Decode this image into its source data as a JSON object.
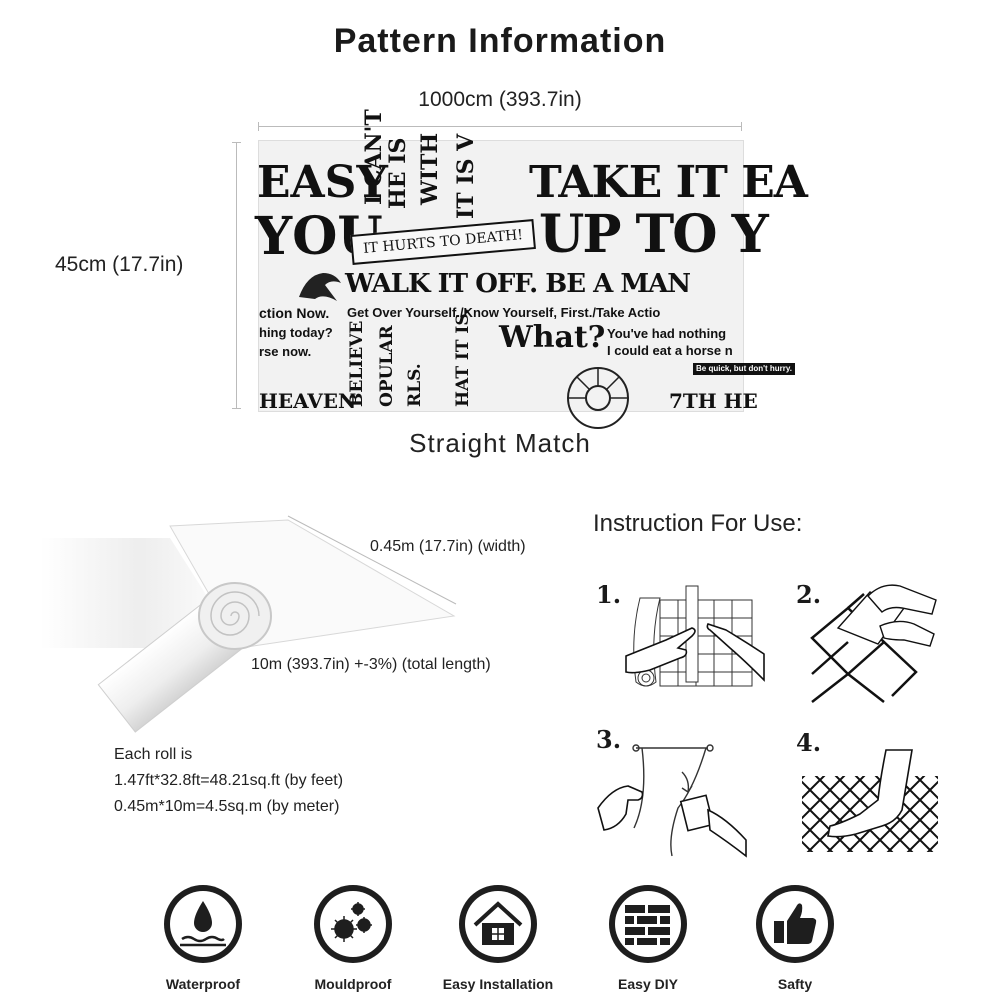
{
  "header": {
    "title": "Pattern Information"
  },
  "dimensions": {
    "width_label": "1000cm (393.7in)",
    "height_label": "45cm (17.7in)"
  },
  "pattern": {
    "match_label": "Straight Match",
    "texts": {
      "easy": "EASY",
      "i_cant": "I CAN'T",
      "he_is": "HE IS",
      "with": "WITH",
      "it_is_v": "IT IS V",
      "take_it_ea": "TAKE IT EA",
      "you": "YOU.",
      "hurts": "IT HURTS TO DEATH!",
      "up_to_y": "UP TO Y",
      "walk": "WALK IT OFF. BE A MAN",
      "action_now": "ction Now.",
      "get_over": "Get Over Yourself./Know Yourself, First./Take Actio",
      "nothing_today": "hing today?",
      "horse_now": "rse now.",
      "what": "What?",
      "had_nothing": "You've had nothing",
      "eat_horse": "I could eat a horse n",
      "believe": "BELIEVE",
      "opular": "OPULAR",
      "rls": "RLS.",
      "hat_it_is": "HAT IT IS.",
      "heaven": "HEAVEN",
      "seventh_he": "7TH HE",
      "be_quick": "Be quick, but don't hurry."
    }
  },
  "roll": {
    "width_label": "0.45m (17.7in) (width)",
    "length_label": "10m (393.7in) +-3%) (total length)"
  },
  "coverage": {
    "line1": "Each roll is",
    "line2": "1.47ft*32.8ft=48.21sq.ft (by feet)",
    "line3": "0.45m*10m=4.5sq.m (by meter)"
  },
  "instructions": {
    "title": "Instruction For Use:",
    "steps": [
      {
        "number": "1.",
        "icon": "measure-cut-icon"
      },
      {
        "number": "2.",
        "icon": "peel-backing-icon"
      },
      {
        "number": "3.",
        "icon": "apply-smooth-icon"
      },
      {
        "number": "4.",
        "icon": "finished-wall-icon"
      }
    ]
  },
  "features": [
    {
      "label": "Waterproof",
      "icon": "water-drop-icon"
    },
    {
      "label": "Mouldproof",
      "icon": "mould-icon"
    },
    {
      "label": "Easy Installation",
      "icon": "house-icon"
    },
    {
      "label": "Easy DIY",
      "icon": "brick-wall-icon"
    },
    {
      "label": "Safty",
      "icon": "thumbs-up-icon"
    }
  ],
  "colors": {
    "icon_fill": "#1e1e1e",
    "text": "#222222",
    "line": "#bbbbbb"
  }
}
